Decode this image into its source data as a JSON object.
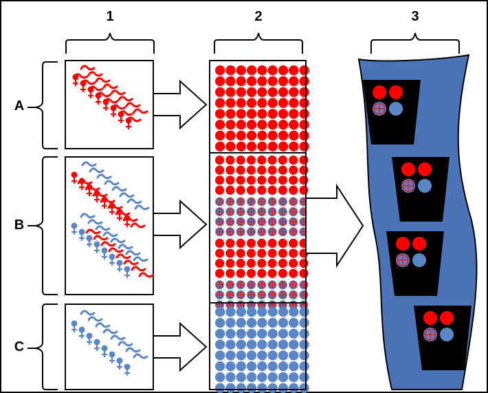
{
  "columns": [
    "1",
    "2",
    "3"
  ],
  "rows": [
    "A",
    "B",
    "C"
  ],
  "colors": {
    "red": "#ff0000",
    "blue": "#5b86c6",
    "ribbon": "#4a73b8",
    "black": "#000000",
    "white": "#ffffff"
  },
  "panels": {
    "A": {
      "sperm_colors": [
        "red"
      ]
    },
    "B": {
      "sperm_colors": [
        "blue",
        "red",
        "blue"
      ]
    },
    "C": {
      "sperm_colors": [
        "blue"
      ]
    }
  },
  "column2": {
    "A": {
      "fill": "red",
      "marking": "plain"
    },
    "B": {
      "bands": [
        "red-plain",
        "blue-cross",
        "red-plain",
        "blue-cross"
      ]
    },
    "C": {
      "fill": "blue",
      "marking": "plain"
    }
  },
  "column3": {
    "cups": 4,
    "cup_dots": [
      "red-plain",
      "red-cross",
      "blue-cross",
      "blue-plain"
    ]
  },
  "icons": [
    "bracket-icon",
    "arrow-icon",
    "sperm-icon",
    "female-symbol-icon",
    "cup-icon"
  ]
}
